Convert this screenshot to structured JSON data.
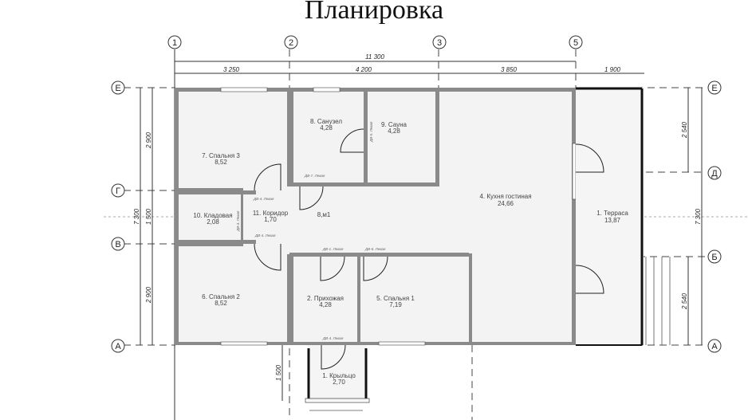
{
  "title": "Планировка",
  "grid_axes": {
    "columns": [
      "1",
      "2",
      "3",
      "5"
    ],
    "rows_left": [
      "Е",
      "Г",
      "В",
      "А"
    ],
    "rows_right": [
      "Е",
      "Д",
      "Б",
      "А"
    ]
  },
  "dimensions": {
    "top_total": "11 300",
    "top_segments": [
      "3 250",
      "4 200",
      "3 850",
      "1 900"
    ],
    "left_total": "7 300",
    "left_segments": [
      "2 900",
      "1 500",
      "2 900"
    ],
    "right_total": "7 300",
    "right_segments": [
      "2 540",
      "2 540"
    ],
    "porch_depth": "1 500"
  },
  "rooms": [
    {
      "name": "1. Терраса",
      "area": "13,87"
    },
    {
      "name": "2. Прихожая",
      "area": "4,28"
    },
    {
      "name": "4. Кухня гостиная",
      "area": "24,66"
    },
    {
      "name": "5. Спальня 1",
      "area": "7,19"
    },
    {
      "name": "6. Спальня 2",
      "area": "8,52"
    },
    {
      "name": "7. Спальня 3",
      "area": "8,52"
    },
    {
      "name": "8. Санузел",
      "area": "4,28"
    },
    {
      "name": "9. Сауна",
      "area": "4,28"
    },
    {
      "name": "10. Кладовая",
      "area": "2,08"
    },
    {
      "name": "11. Коридор",
      "area": "1,70"
    },
    {
      "name": "1. Крыльцо",
      "area": "2,70"
    }
  ],
  "extra_label": "8,м1",
  "door_tags": [
    "ДВ-4. Левая",
    "ДВ-7. Левая",
    "ДВ-4. Левая",
    "ДВ-1. Левая",
    "ДВ-6. Левая",
    "ДВ-4. Левая",
    "ДВ-3. Левая",
    "ДВ-5. Левая"
  ]
}
